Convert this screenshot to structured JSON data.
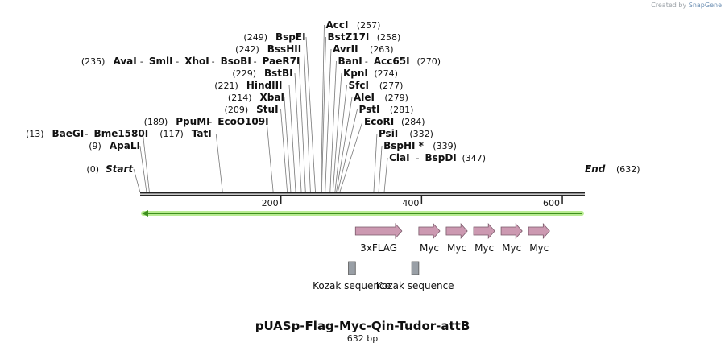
{
  "credit": {
    "prefix": "Created by",
    "brand": "SnapGene"
  },
  "plasmid": {
    "name": "pUASp-Flag-Myc-Qin-Tudor-attB",
    "length_label": "632 bp",
    "length": 632
  },
  "ruler": {
    "ticks": [
      {
        "pos": 200,
        "label": "200"
      },
      {
        "pos": 400,
        "label": "400"
      },
      {
        "pos": 600,
        "label": "600"
      }
    ]
  },
  "ends": {
    "start": {
      "label": "Start",
      "pos_label": "(0)"
    },
    "end": {
      "label": "End",
      "pos_label": "(632)"
    }
  },
  "sites": [
    {
      "row": 0,
      "names": [
        "BspEI"
      ],
      "pos_label": "(249)",
      "pos": 249,
      "side": "left"
    },
    {
      "row": 1,
      "names": [
        "BssHII"
      ],
      "pos_label": "(242)",
      "pos": 242,
      "side": "left"
    },
    {
      "row": 2,
      "names": [
        "AvaI",
        "SmlI",
        "XhoI",
        "BsoBI",
        "PaeR7I"
      ],
      "pos_label": "(235)",
      "pos": 235,
      "side": "left"
    },
    {
      "row": 3,
      "names": [
        "BstBI"
      ],
      "pos_label": "(229)",
      "pos": 229,
      "side": "left"
    },
    {
      "row": 4,
      "names": [
        "HindIII"
      ],
      "pos_label": "(221)",
      "pos": 221,
      "side": "left"
    },
    {
      "row": 5,
      "names": [
        "XbaI"
      ],
      "pos_label": "(214)",
      "pos": 214,
      "side": "left"
    },
    {
      "row": 6,
      "names": [
        "StuI"
      ],
      "pos_label": "(209)",
      "pos": 209,
      "side": "left"
    },
    {
      "row": 7,
      "names": [
        "PpuMI",
        "EcoO109I"
      ],
      "pos_label": "(189)",
      "pos": 189,
      "side": "left"
    },
    {
      "row": 8,
      "names": [
        "BaeGI",
        "Bme1580I"
      ],
      "pos_label": "(13)",
      "pos": 13,
      "side": "left"
    },
    {
      "row": 8,
      "names": [
        "TatI"
      ],
      "pos_label": "(117)",
      "pos": 117,
      "side": "left"
    },
    {
      "row": 9,
      "names": [
        "ApaLI"
      ],
      "pos_label": "(9)",
      "pos": 9,
      "side": "left"
    },
    {
      "row": -1,
      "names": [
        "AccI"
      ],
      "pos_label": "(257)",
      "pos": 257,
      "side": "right"
    },
    {
      "row": 0,
      "names": [
        "BstZ17I"
      ],
      "pos_label": "(258)",
      "pos": 258,
      "side": "right"
    },
    {
      "row": 1,
      "names": [
        "AvrII"
      ],
      "pos_label": "(263)",
      "pos": 263,
      "side": "right"
    },
    {
      "row": 2,
      "names": [
        "BanI",
        "Acc65I"
      ],
      "pos_label": "(270)",
      "pos": 270,
      "side": "right"
    },
    {
      "row": 3,
      "names": [
        "KpnI"
      ],
      "pos_label": "(274)",
      "pos": 274,
      "side": "right"
    },
    {
      "row": 4,
      "names": [
        "SfcI"
      ],
      "pos_label": "(277)",
      "pos": 277,
      "side": "right"
    },
    {
      "row": 5,
      "names": [
        "AleI"
      ],
      "pos_label": "(279)",
      "pos": 279,
      "side": "right"
    },
    {
      "row": 6,
      "names": [
        "PstI"
      ],
      "pos_label": "(281)",
      "pos": 281,
      "side": "right"
    },
    {
      "row": 7,
      "names": [
        "EcoRI"
      ],
      "pos_label": "(284)",
      "pos": 284,
      "side": "right"
    },
    {
      "row": 8,
      "names": [
        "PsiI"
      ],
      "pos_label": "(332)",
      "pos": 332,
      "side": "right"
    },
    {
      "row": 9,
      "names": [
        "BspHI *"
      ],
      "pos_label": "(339)",
      "pos": 339,
      "side": "right"
    },
    {
      "row": 10,
      "names": [
        "ClaI",
        "BspDI"
      ],
      "pos_label": "(347)",
      "pos": 347,
      "side": "right"
    }
  ],
  "features": [
    {
      "label": "3xFLAG",
      "start": 306,
      "end": 372,
      "type": "arrow",
      "color": "#cc99b1"
    },
    {
      "label": "Myc",
      "start": 396,
      "end": 426,
      "type": "arrow",
      "color": "#cc99b1"
    },
    {
      "label": "Myc",
      "start": 435,
      "end": 465,
      "type": "arrow",
      "color": "#cc99b1"
    },
    {
      "label": "Myc",
      "start": 474,
      "end": 504,
      "type": "arrow",
      "color": "#cc99b1"
    },
    {
      "label": "Myc",
      "start": 513,
      "end": 543,
      "type": "arrow",
      "color": "#cc99b1"
    },
    {
      "label": "Myc",
      "start": 552,
      "end": 582,
      "type": "arrow",
      "color": "#cc99b1"
    },
    {
      "label": "Kozak sequence",
      "start": 296,
      "end": 306,
      "type": "box",
      "color": "#999fa6"
    },
    {
      "label": "Kozak sequence",
      "start": 386,
      "end": 396,
      "type": "box",
      "color": "#999fa6"
    }
  ],
  "orf": {
    "start": 0,
    "end": 632,
    "direction": "reverse",
    "color": "#3d8f1e",
    "glow": "#b9ec92"
  }
}
